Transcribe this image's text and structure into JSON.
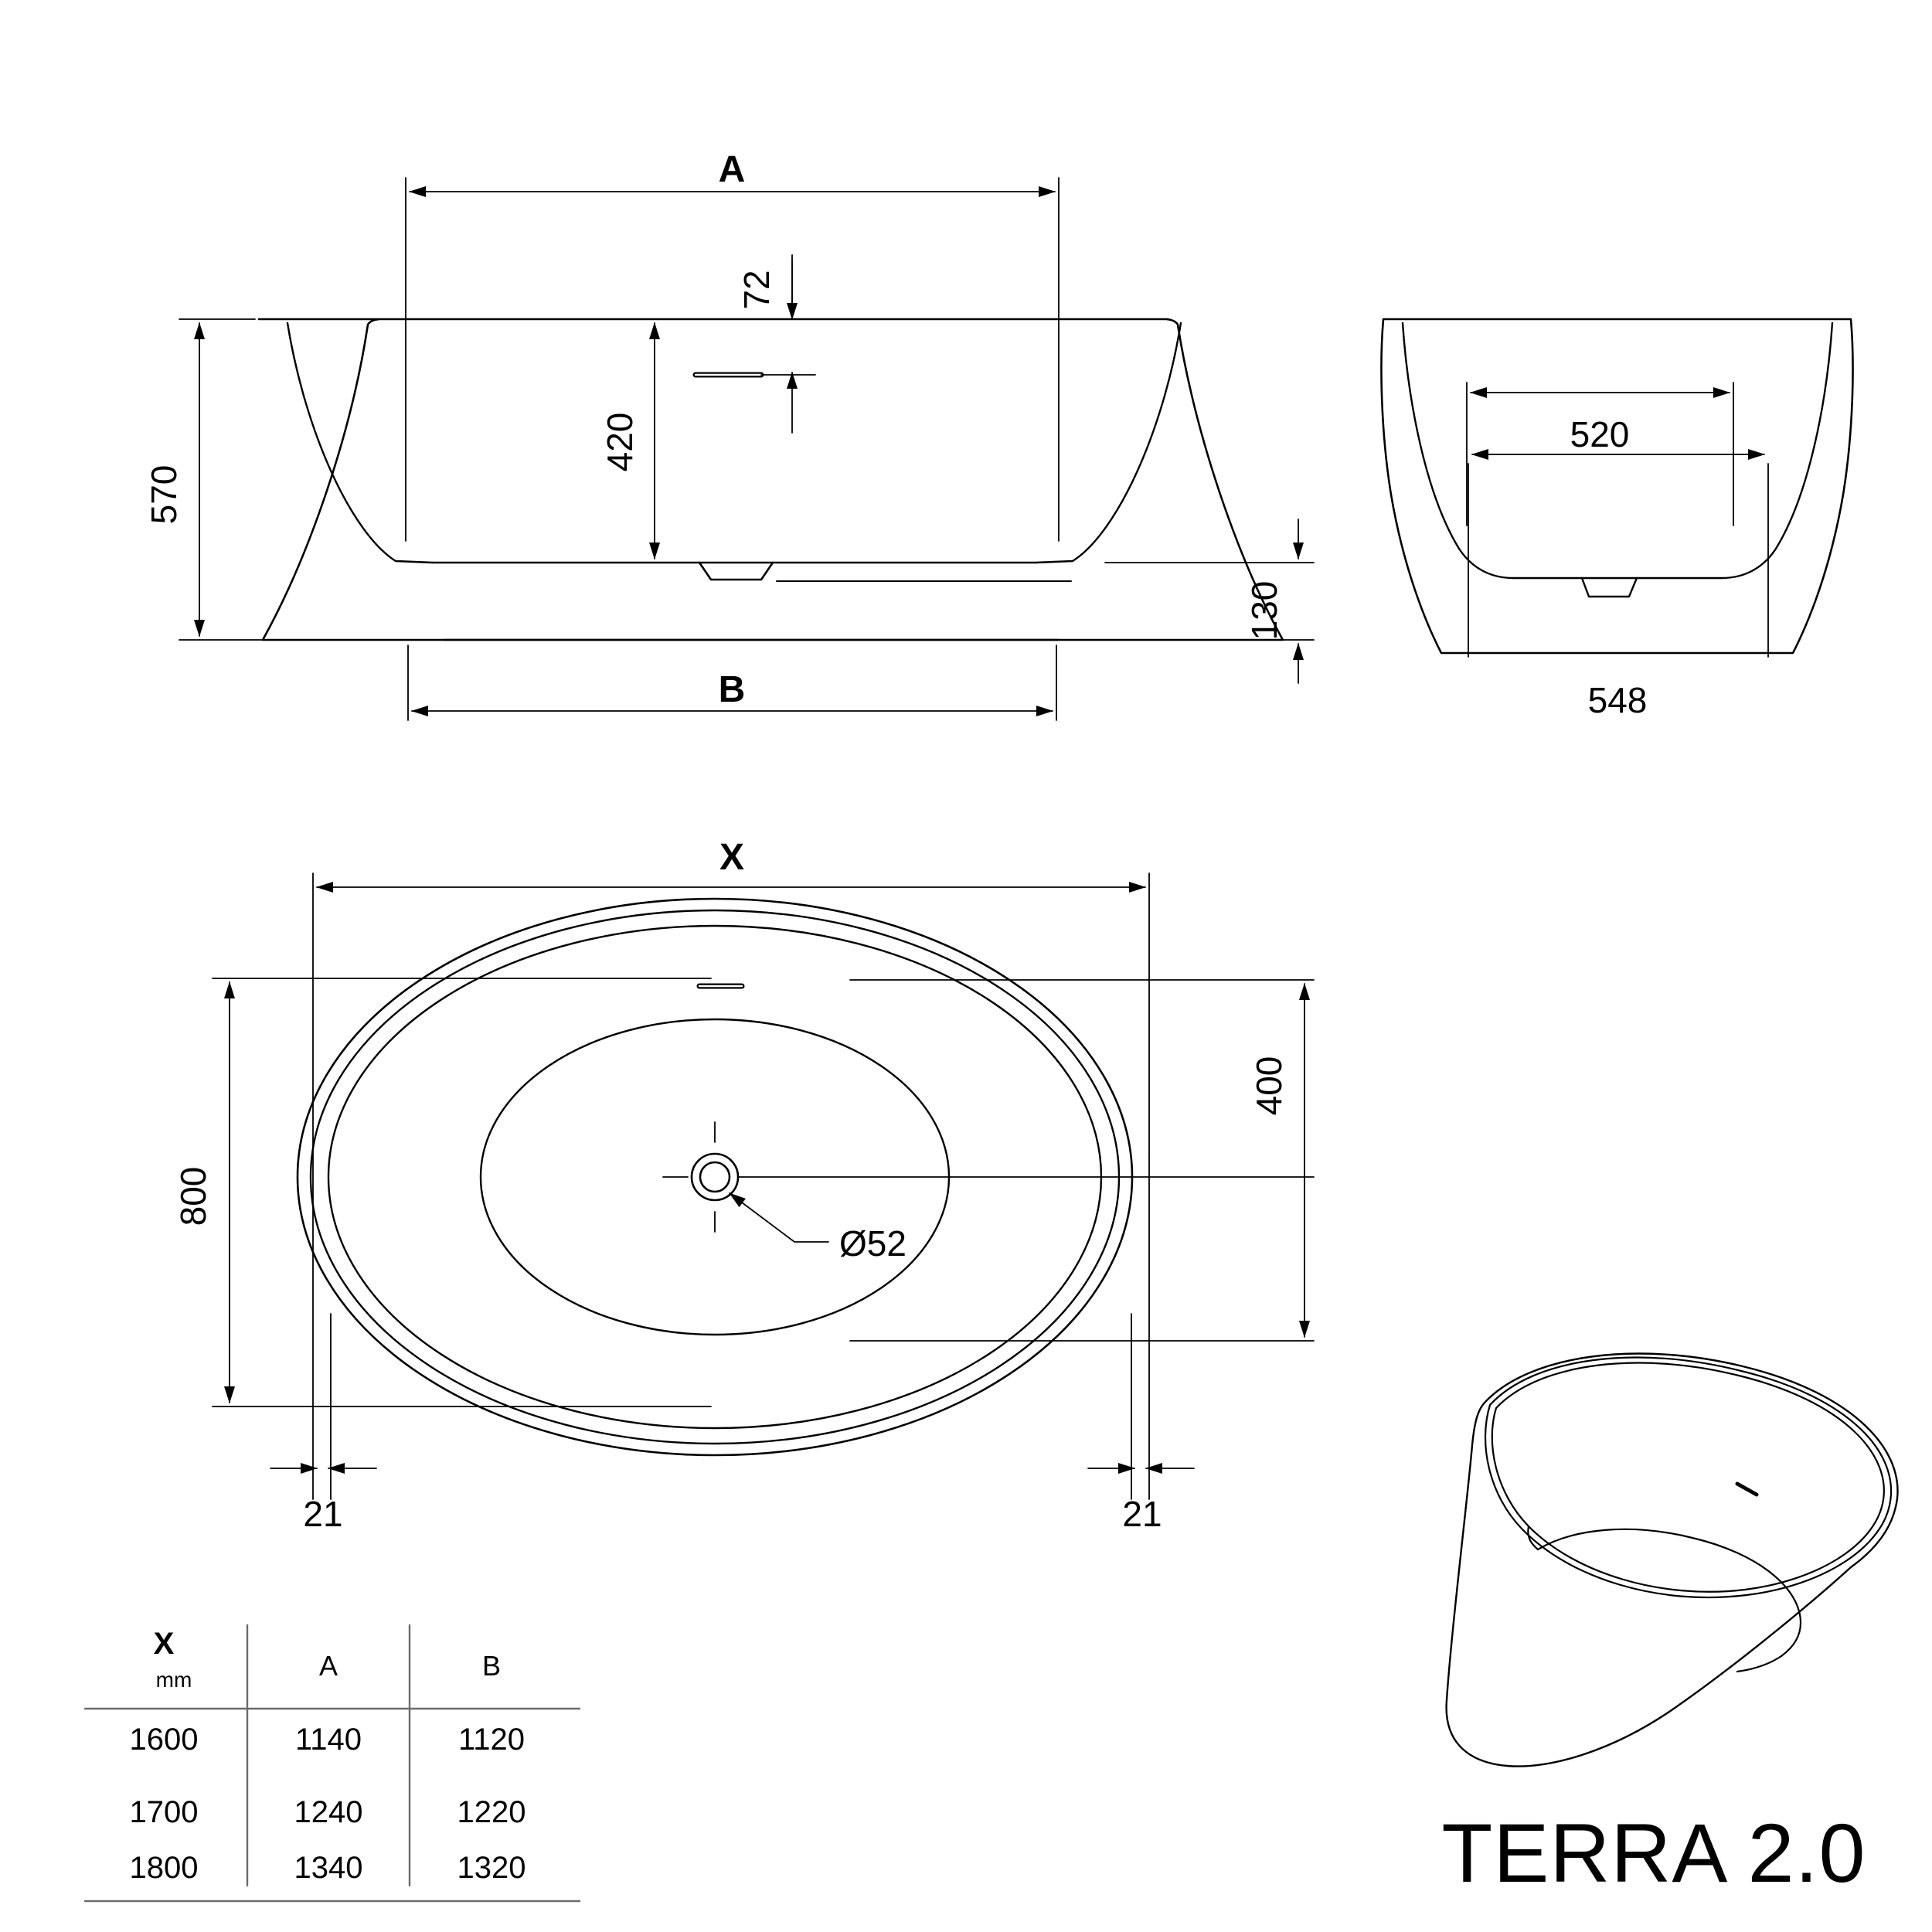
{
  "drawing": {
    "product_title": "TERRA 2.0",
    "views": {
      "front_elevation": {
        "name": "front-elevation-view",
        "dimensions": {
          "overall_length_label": "A",
          "base_length_label": "B",
          "overall_height": "570",
          "inner_depth": "420",
          "overflow_offset": "72",
          "base_height": "130"
        }
      },
      "side_elevation": {
        "name": "side-elevation-view",
        "dimensions": {
          "inner_width": "520",
          "base_width": "548"
        }
      },
      "plan_view": {
        "name": "plan-top-view",
        "dimensions": {
          "overall_length_label": "X",
          "overall_width": "800",
          "inner_width": "400",
          "wall_thickness_left": "21",
          "wall_thickness_right": "21",
          "drain_diameter": "Ø52"
        }
      },
      "isometric": {
        "name": "isometric-3d-view"
      }
    },
    "size_table": {
      "headers": {
        "col1_main": "X",
        "col1_sub": "mm",
        "col2": "A",
        "col3": "B"
      },
      "rows": [
        {
          "x": "1600",
          "a": "1140",
          "b": "1120"
        },
        {
          "x": "1700",
          "a": "1240",
          "b": "1220"
        },
        {
          "x": "1800",
          "a": "1340",
          "b": "1320"
        }
      ]
    },
    "colors": {
      "line": "#000000",
      "background": "#ffffff",
      "table_rule": "#6b6b6b"
    }
  }
}
